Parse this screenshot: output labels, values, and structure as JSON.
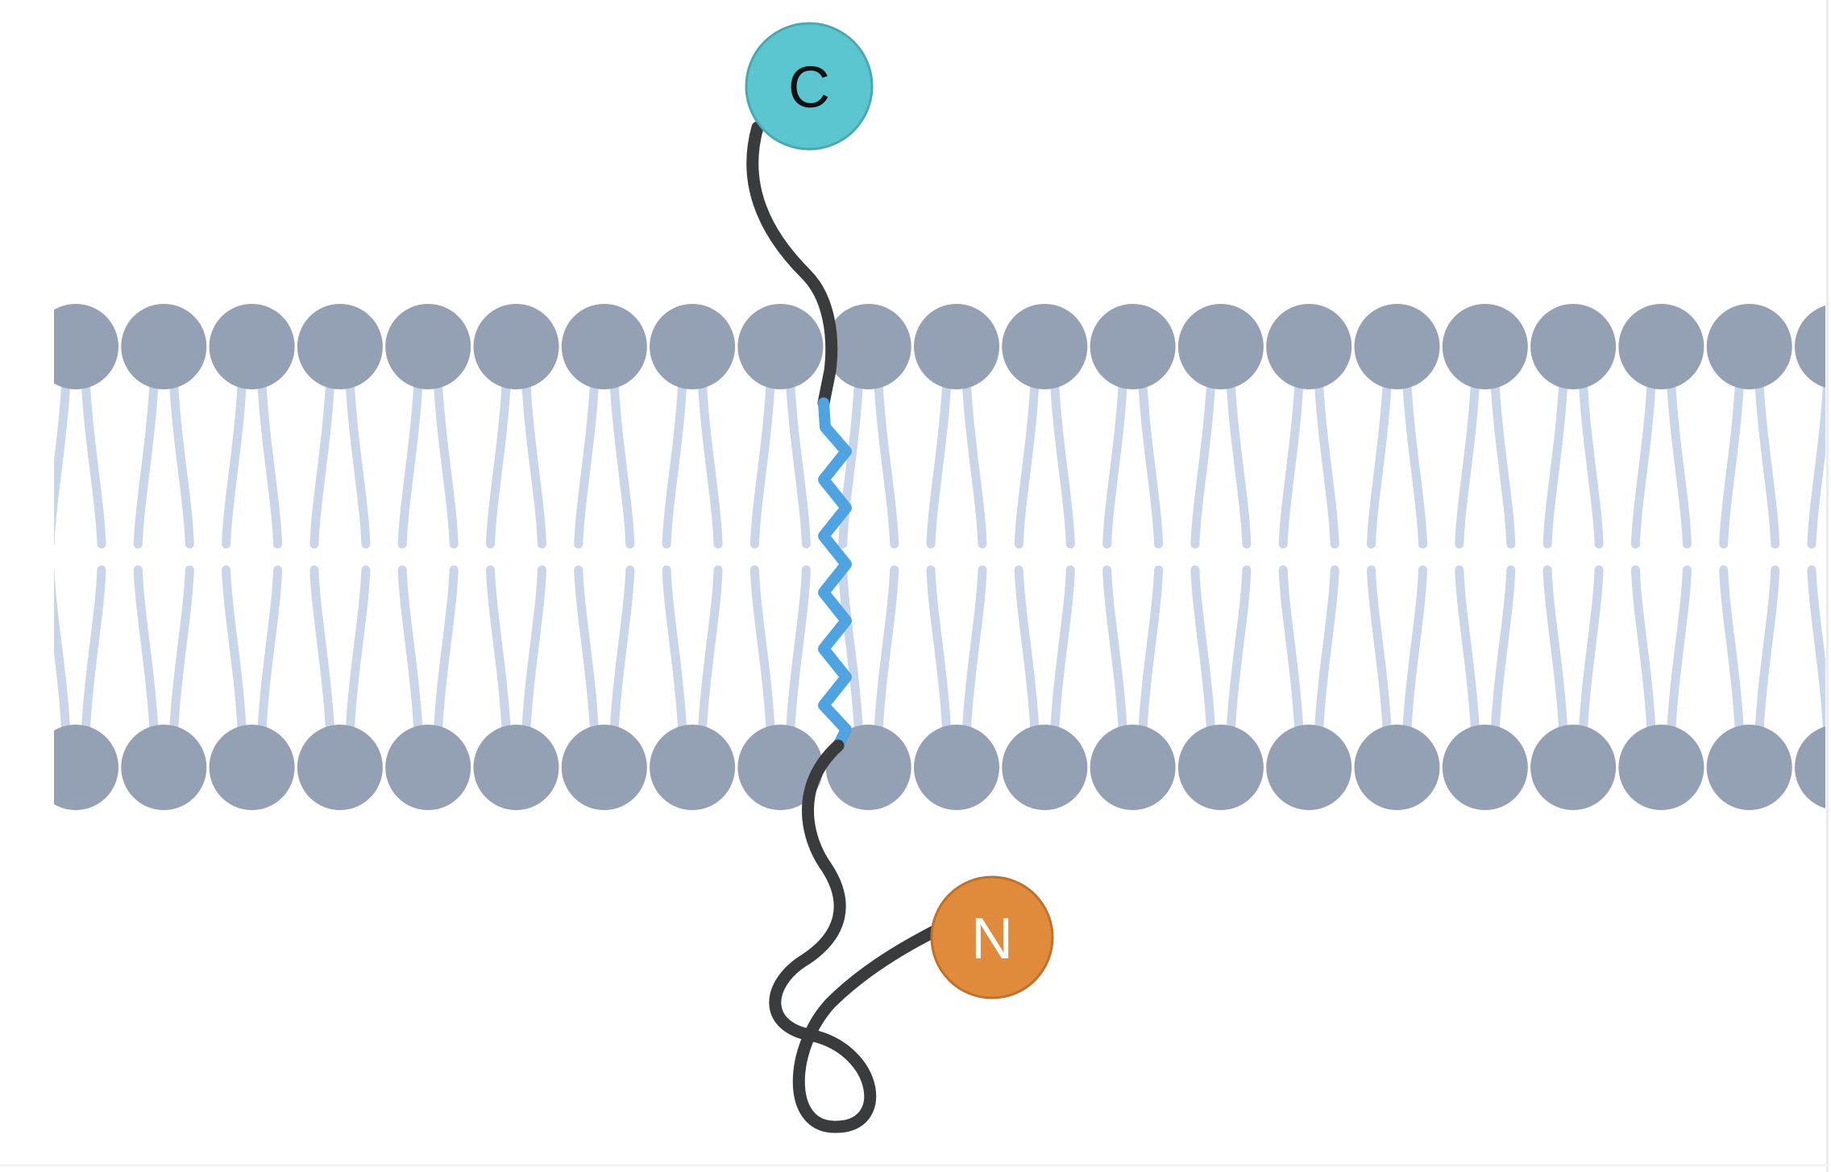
{
  "terminals": {
    "c_label": "C",
    "n_label": "N"
  },
  "lipid_count": 21,
  "colors": {
    "lipid_head": "#94a0b4",
    "lipid_tail": "#c9d5e8",
    "chain": "#3a3b3d",
    "transmembrane_helix": "#4ea3e0",
    "c_terminus_fill": "#5bc6cf",
    "n_terminus_fill": "#e08a3c"
  }
}
